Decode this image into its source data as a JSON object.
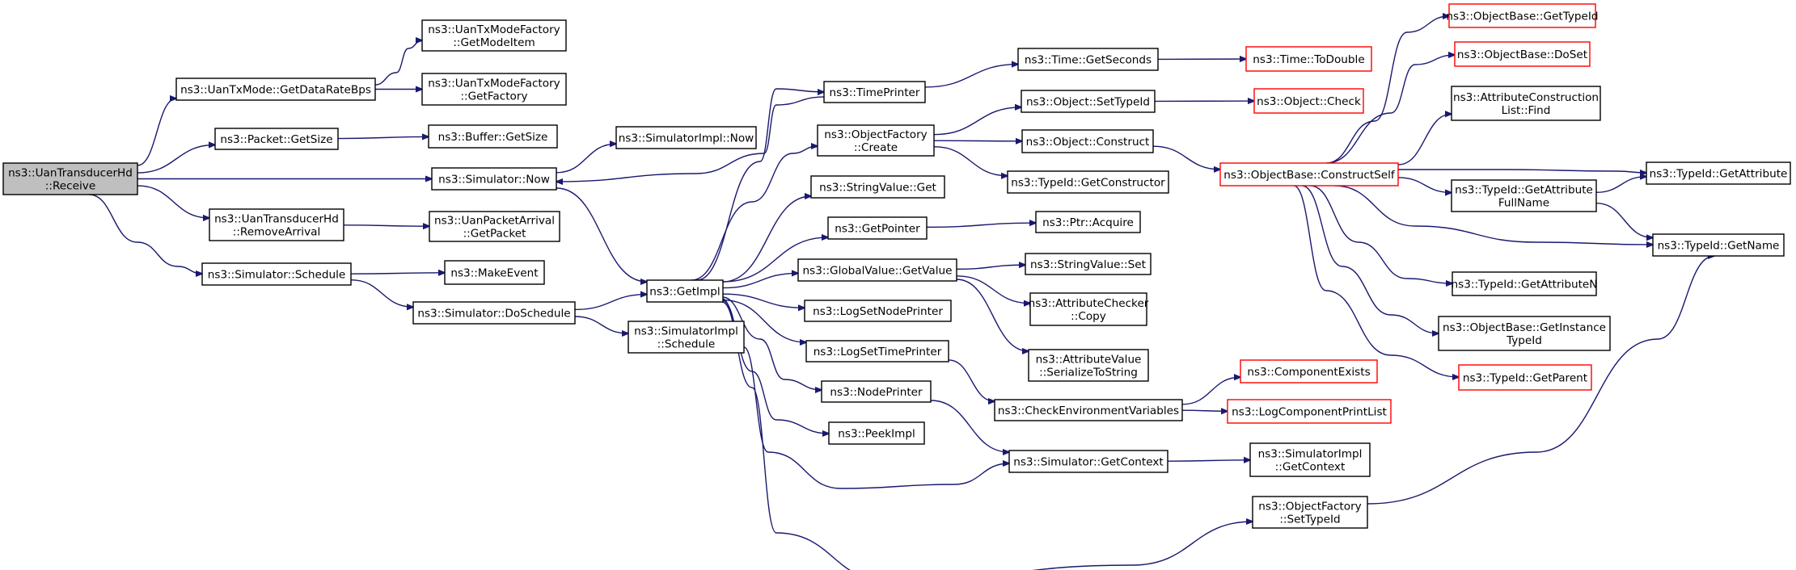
{
  "graph": {
    "nodes": [
      {
        "id": "root",
        "lines": [
          "ns3::UanTransducerHd",
          "::Receive"
        ],
        "variant": "root"
      },
      {
        "id": "getDataRate",
        "lines": [
          "ns3::UanTxMode::GetDataRateBps"
        ]
      },
      {
        "id": "getModeItem",
        "lines": [
          "ns3::UanTxModeFactory",
          "::GetModeItem"
        ]
      },
      {
        "id": "getFactory",
        "lines": [
          "ns3::UanTxModeFactory",
          "::GetFactory"
        ]
      },
      {
        "id": "pktGetSize",
        "lines": [
          "ns3::Packet::GetSize"
        ]
      },
      {
        "id": "bufGetSize",
        "lines": [
          "ns3::Buffer::GetSize"
        ]
      },
      {
        "id": "simNow",
        "lines": [
          "ns3::Simulator::Now"
        ]
      },
      {
        "id": "simImplNow",
        "lines": [
          "ns3::SimulatorImpl::Now"
        ]
      },
      {
        "id": "removeArrival",
        "lines": [
          "ns3::UanTransducerHd",
          "::RemoveArrival"
        ]
      },
      {
        "id": "arrGetPacket",
        "lines": [
          "ns3::UanPacketArrival",
          "::GetPacket"
        ]
      },
      {
        "id": "simSchedule",
        "lines": [
          "ns3::Simulator::Schedule"
        ]
      },
      {
        "id": "makeEvent",
        "lines": [
          "ns3::MakeEvent"
        ]
      },
      {
        "id": "doSchedule",
        "lines": [
          "ns3::Simulator::DoSchedule"
        ]
      },
      {
        "id": "simImplSchedule",
        "lines": [
          "ns3::SimulatorImpl",
          "::Schedule"
        ]
      },
      {
        "id": "getImpl",
        "lines": [
          "ns3::GetImpl"
        ]
      },
      {
        "id": "timePrinter",
        "lines": [
          "ns3::TimePrinter"
        ]
      },
      {
        "id": "ofCreate",
        "lines": [
          "ns3::ObjectFactory",
          "::Create"
        ]
      },
      {
        "id": "stringValueGet",
        "lines": [
          "ns3::StringValue::Get"
        ]
      },
      {
        "id": "getPointer",
        "lines": [
          "ns3::GetPointer"
        ]
      },
      {
        "id": "gvGetValue",
        "lines": [
          "ns3::GlobalValue::GetValue"
        ]
      },
      {
        "id": "logSetNodePrinter",
        "lines": [
          "ns3::LogSetNodePrinter"
        ]
      },
      {
        "id": "logSetTimePrinter",
        "lines": [
          "ns3::LogSetTimePrinter"
        ]
      },
      {
        "id": "nodePrinter",
        "lines": [
          "ns3::NodePrinter"
        ]
      },
      {
        "id": "peekImpl",
        "lines": [
          "ns3::PeekImpl"
        ]
      },
      {
        "id": "timeGetSeconds",
        "lines": [
          "ns3::Time::GetSeconds"
        ]
      },
      {
        "id": "timeToDouble",
        "lines": [
          "ns3::Time::ToDouble"
        ],
        "variant": "red"
      },
      {
        "id": "objSetTypeId",
        "lines": [
          "ns3::Object::SetTypeId"
        ]
      },
      {
        "id": "objCheck",
        "lines": [
          "ns3::Object::Check"
        ],
        "variant": "red"
      },
      {
        "id": "objConstruct",
        "lines": [
          "ns3::Object::Construct"
        ]
      },
      {
        "id": "typeIdGetConstructor",
        "lines": [
          "ns3::TypeId::GetConstructor"
        ]
      },
      {
        "id": "ptrAcquire",
        "lines": [
          "ns3::Ptr::Acquire"
        ]
      },
      {
        "id": "stringValueSet",
        "lines": [
          "ns3::StringValue::Set"
        ]
      },
      {
        "id": "attrCheckerCopy",
        "lines": [
          "ns3::AttributeChecker",
          "::Copy"
        ]
      },
      {
        "id": "attrValueSerialize",
        "lines": [
          "ns3::AttributeValue",
          "::SerializeToString"
        ]
      },
      {
        "id": "checkEnvVars",
        "lines": [
          "ns3::CheckEnvironmentVariables"
        ]
      },
      {
        "id": "simGetContext",
        "lines": [
          "ns3::Simulator::GetContext"
        ]
      },
      {
        "id": "ofSetTypeId",
        "lines": [
          "ns3::ObjectFactory",
          "::SetTypeId"
        ]
      },
      {
        "id": "componentExists",
        "lines": [
          "ns3::ComponentExists"
        ],
        "variant": "red"
      },
      {
        "id": "logComponentPrintList",
        "lines": [
          "ns3::LogComponentPrintList"
        ],
        "variant": "red"
      },
      {
        "id": "simImplGetContext",
        "lines": [
          "ns3::SimulatorImpl",
          "::GetContext"
        ]
      },
      {
        "id": "obConstructSelf",
        "lines": [
          "ns3::ObjectBase::ConstructSelf"
        ],
        "variant": "red"
      },
      {
        "id": "obGetTypeId",
        "lines": [
          "ns3::ObjectBase::GetTypeId"
        ],
        "variant": "red"
      },
      {
        "id": "obDoSet",
        "lines": [
          "ns3::ObjectBase::DoSet"
        ],
        "variant": "red"
      },
      {
        "id": "attrConstructionFind",
        "lines": [
          "ns3::AttributeConstruction",
          "List::Find"
        ]
      },
      {
        "id": "typeIdGetAttributeFullName",
        "lines": [
          "ns3::TypeId::GetAttribute",
          "FullName"
        ]
      },
      {
        "id": "typeIdGetAttributeN",
        "lines": [
          "ns3::TypeId::GetAttributeN"
        ]
      },
      {
        "id": "obGetInstanceTypeId",
        "lines": [
          "ns3::ObjectBase::GetInstance",
          "TypeId"
        ]
      },
      {
        "id": "typeIdGetParent",
        "lines": [
          "ns3::TypeId::GetParent"
        ],
        "variant": "red"
      },
      {
        "id": "typeIdGetAttribute",
        "lines": [
          "ns3::TypeId::GetAttribute"
        ]
      },
      {
        "id": "typeIdGetName",
        "lines": [
          "ns3::TypeId::GetName"
        ]
      }
    ],
    "edges": [
      [
        "root",
        "getDataRate"
      ],
      [
        "root",
        "pktGetSize"
      ],
      [
        "root",
        "simNow"
      ],
      [
        "root",
        "removeArrival"
      ],
      [
        "root",
        "simSchedule"
      ],
      [
        "getDataRate",
        "getModeItem"
      ],
      [
        "getDataRate",
        "getFactory"
      ],
      [
        "pktGetSize",
        "bufGetSize"
      ],
      [
        "simNow",
        "simImplNow"
      ],
      [
        "simNow",
        "getImpl"
      ],
      [
        "removeArrival",
        "arrGetPacket"
      ],
      [
        "simSchedule",
        "makeEvent"
      ],
      [
        "simSchedule",
        "doSchedule"
      ],
      [
        "doSchedule",
        "getImpl"
      ],
      [
        "doSchedule",
        "simImplSchedule"
      ],
      [
        "getImpl",
        "timePrinter"
      ],
      [
        "getImpl",
        "ofCreate"
      ],
      [
        "getImpl",
        "stringValueGet"
      ],
      [
        "getImpl",
        "getPointer"
      ],
      [
        "getImpl",
        "gvGetValue"
      ],
      [
        "getImpl",
        "logSetNodePrinter"
      ],
      [
        "getImpl",
        "logSetTimePrinter"
      ],
      [
        "getImpl",
        "nodePrinter"
      ],
      [
        "getImpl",
        "peekImpl"
      ],
      [
        "getImpl",
        "simGetContext"
      ],
      [
        "getImpl",
        "ofSetTypeId"
      ],
      [
        "timePrinter",
        "simNow"
      ],
      [
        "timePrinter",
        "timeGetSeconds"
      ],
      [
        "timeGetSeconds",
        "timeToDouble"
      ],
      [
        "ofCreate",
        "objSetTypeId"
      ],
      [
        "ofCreate",
        "objConstruct"
      ],
      [
        "ofCreate",
        "typeIdGetConstructor"
      ],
      [
        "objSetTypeId",
        "objCheck"
      ],
      [
        "objConstruct",
        "obConstructSelf"
      ],
      [
        "getPointer",
        "ptrAcquire"
      ],
      [
        "gvGetValue",
        "stringValueSet"
      ],
      [
        "gvGetValue",
        "attrCheckerCopy"
      ],
      [
        "gvGetValue",
        "attrValueSerialize"
      ],
      [
        "logSetTimePrinter",
        "checkEnvVars"
      ],
      [
        "nodePrinter",
        "simGetContext"
      ],
      [
        "checkEnvVars",
        "componentExists"
      ],
      [
        "checkEnvVars",
        "logComponentPrintList"
      ],
      [
        "simGetContext",
        "simImplGetContext"
      ],
      [
        "ofSetTypeId",
        "typeIdGetName"
      ],
      [
        "obConstructSelf",
        "obGetTypeId"
      ],
      [
        "obConstructSelf",
        "obDoSet"
      ],
      [
        "obConstructSelf",
        "attrConstructionFind"
      ],
      [
        "obConstructSelf",
        "typeIdGetAttribute"
      ],
      [
        "obConstructSelf",
        "typeIdGetAttributeFullName"
      ],
      [
        "obConstructSelf",
        "typeIdGetName"
      ],
      [
        "obConstructSelf",
        "typeIdGetAttributeN"
      ],
      [
        "obConstructSelf",
        "obGetInstanceTypeId"
      ],
      [
        "obConstructSelf",
        "typeIdGetParent"
      ],
      [
        "typeIdGetAttributeFullName",
        "typeIdGetAttribute"
      ],
      [
        "typeIdGetAttributeFullName",
        "typeIdGetName"
      ]
    ]
  }
}
